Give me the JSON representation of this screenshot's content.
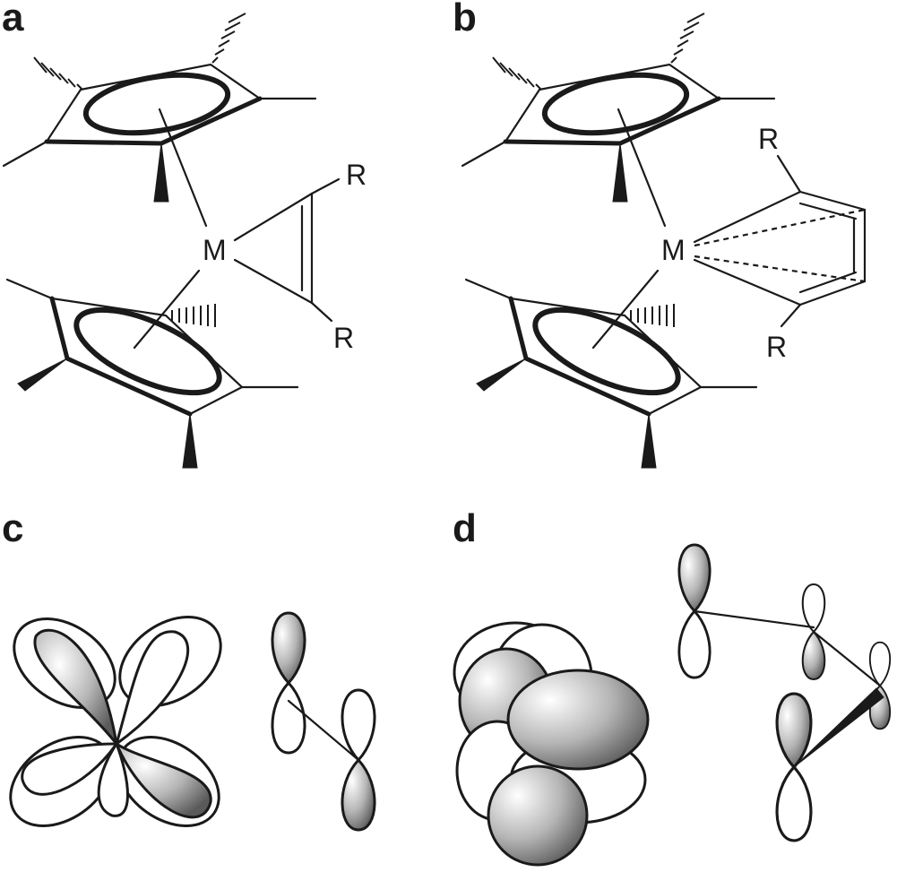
{
  "panels": {
    "a": {
      "letter": "a",
      "metal": "M",
      "r_top": "R",
      "r_bottom": "R"
    },
    "b": {
      "letter": "b",
      "metal": "M",
      "r_top": "R",
      "r_bottom": "R"
    },
    "c": {
      "letter": "c"
    },
    "d": {
      "letter": "d"
    }
  },
  "colors": {
    "ink": "#1a1a1a",
    "lobe_shade": "#8c8c8c",
    "lobe_light": "#ffffff"
  }
}
